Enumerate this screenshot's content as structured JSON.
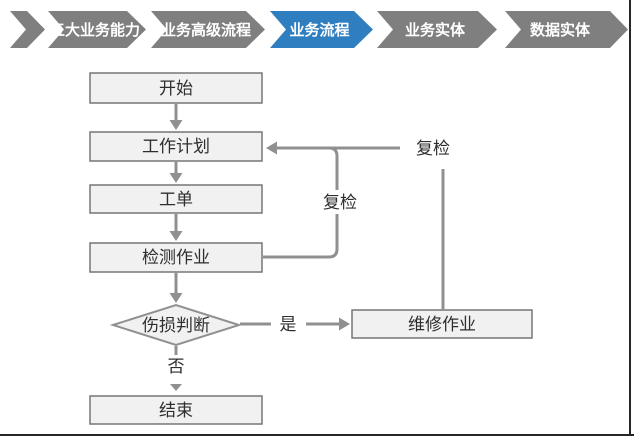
{
  "nav": {
    "items": [
      {
        "label": "五大业务能力",
        "active": false
      },
      {
        "label": "业务高级流程",
        "active": false
      },
      {
        "label": "业务流程",
        "active": true
      },
      {
        "label": "业务实体",
        "active": false
      },
      {
        "label": "数据实体",
        "active": false
      }
    ]
  },
  "flowchart": {
    "nodes": [
      {
        "id": "start",
        "label": "开始",
        "shape": "rect"
      },
      {
        "id": "plan",
        "label": "工作计划",
        "shape": "rect"
      },
      {
        "id": "order",
        "label": "工单",
        "shape": "rect"
      },
      {
        "id": "inspect",
        "label": "检测作业",
        "shape": "rect"
      },
      {
        "id": "decision",
        "label": "伤损判断",
        "shape": "diamond"
      },
      {
        "id": "repair",
        "label": "维修作业",
        "shape": "rect"
      },
      {
        "id": "end",
        "label": "结束",
        "shape": "rect"
      }
    ],
    "edges": [
      {
        "from": "start",
        "to": "plan",
        "label": ""
      },
      {
        "from": "plan",
        "to": "order",
        "label": ""
      },
      {
        "from": "order",
        "to": "inspect",
        "label": ""
      },
      {
        "from": "inspect",
        "to": "decision",
        "label": ""
      },
      {
        "from": "decision",
        "to": "repair",
        "label": "是"
      },
      {
        "from": "decision",
        "to": "end",
        "label": "否"
      },
      {
        "from": "inspect",
        "to": "plan",
        "label": "复检"
      },
      {
        "from": "repair",
        "to": "plan",
        "label": "复检"
      }
    ]
  },
  "colors": {
    "nav_gray": "#7f7f7f",
    "nav_active": "#2e7ec0",
    "line": "#909090",
    "node_fill": "#f1f1f1",
    "node_border": "#767676",
    "text_dark": "#2e2e2e",
    "frame": "#262626"
  }
}
